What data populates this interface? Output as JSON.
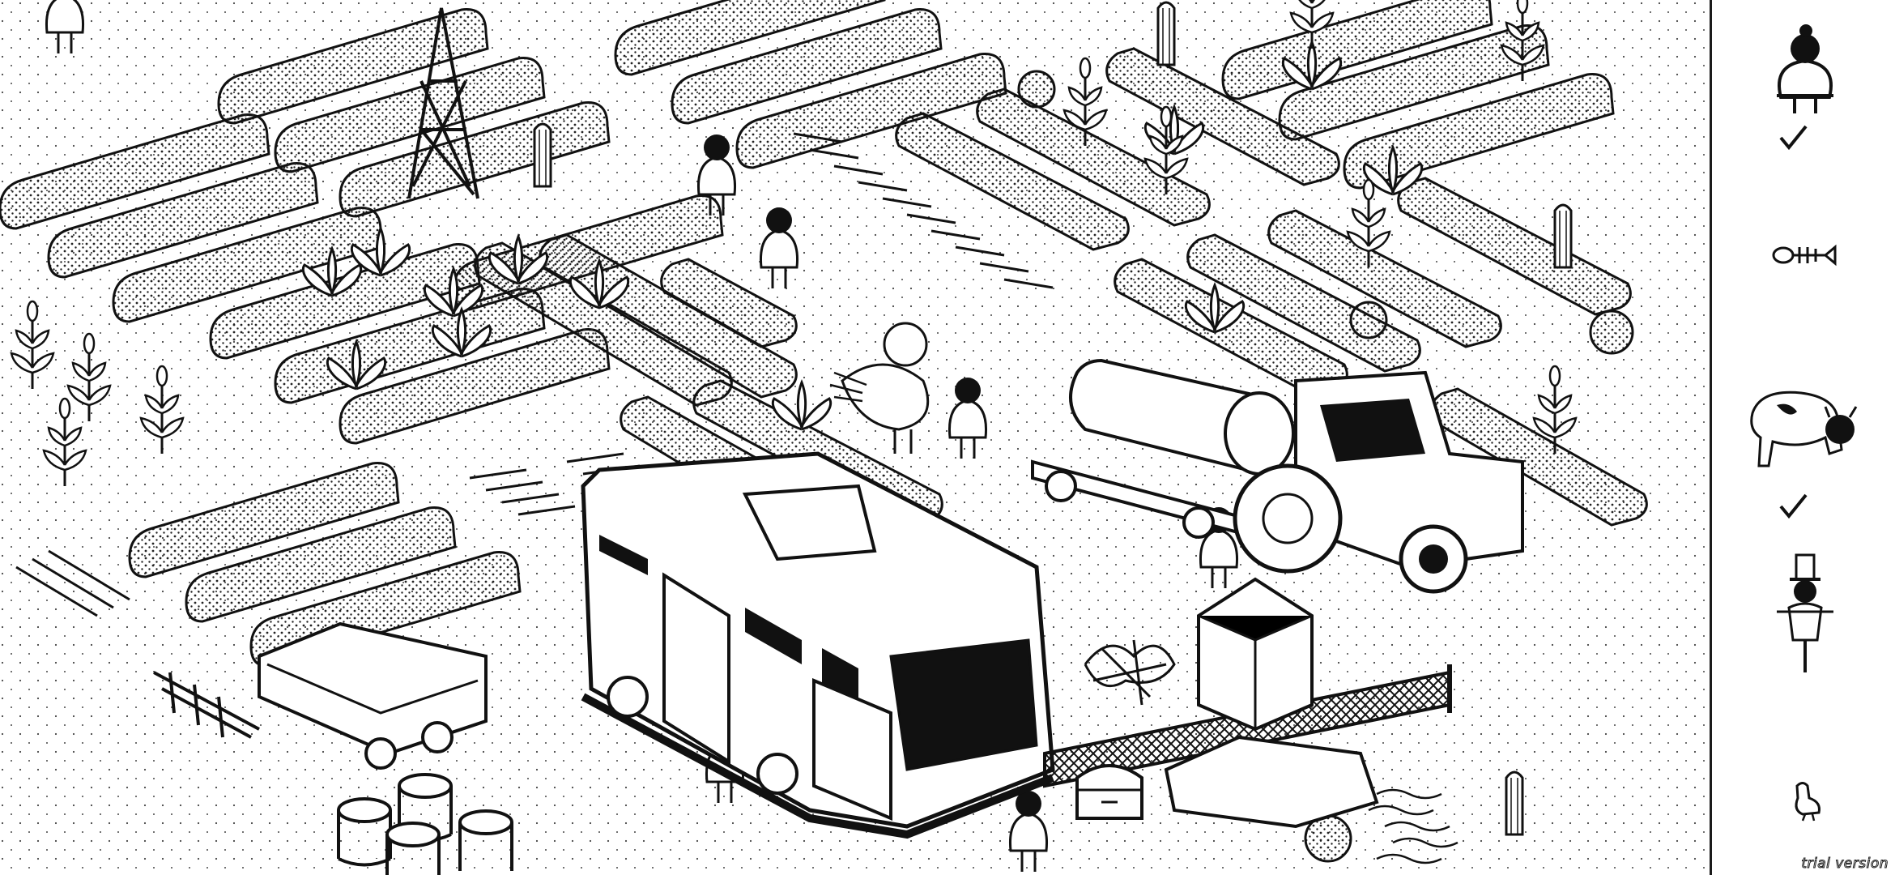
{
  "game": {
    "level_scene": "farm",
    "targets": [
      {
        "name": "person-with-hair-bun",
        "found": true,
        "icon": "person-bun-icon"
      },
      {
        "name": "fish-skeleton",
        "found": false,
        "icon": "fish-bone-icon"
      },
      {
        "name": "cow",
        "found": true,
        "icon": "cow-icon"
      },
      {
        "name": "scarecrow",
        "found": false,
        "icon": "scarecrow-icon"
      },
      {
        "name": "small-bird",
        "found": false,
        "icon": "bird-icon"
      }
    ]
  },
  "watermark": {
    "text": "trial version"
  },
  "colors": {
    "ink": "#111111",
    "paper": "#ffffff",
    "divider": "#1a1a1a"
  }
}
